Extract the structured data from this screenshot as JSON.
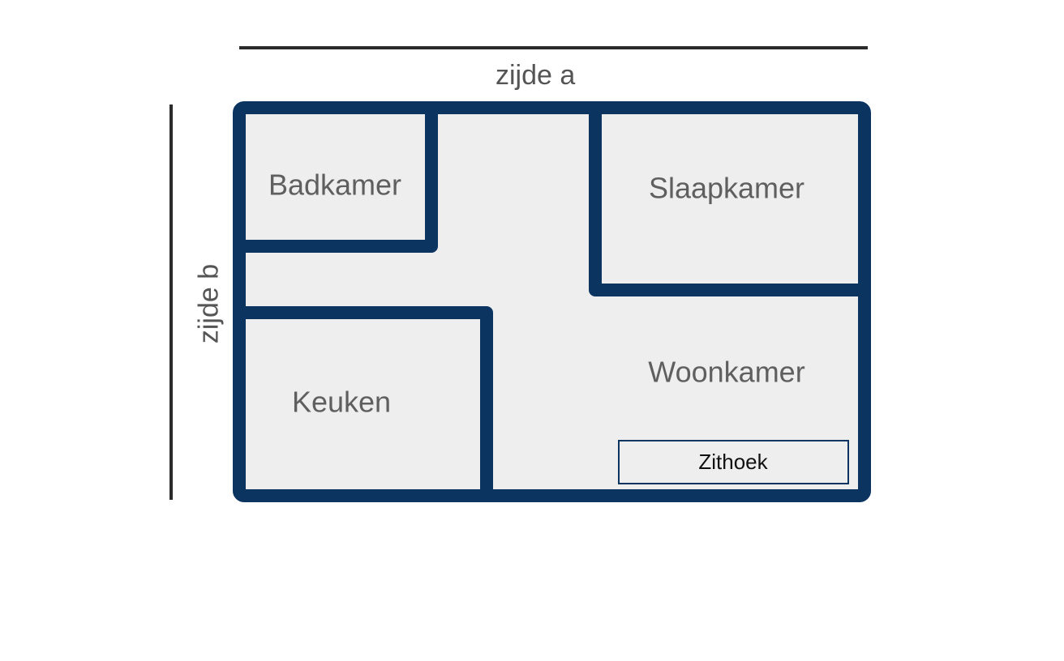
{
  "dimensions": {
    "side_a": "zijde a",
    "side_b": "zijde b"
  },
  "rooms": {
    "bathroom": "Badkamer",
    "bedroom": "Slaapkamer",
    "kitchen": "Keuken",
    "living_room": "Woonkamer"
  },
  "furniture": {
    "seating_area": "Zithoek"
  },
  "colors": {
    "wall": "#0c3461",
    "floor": "#eeeeee",
    "dimension_line": "#2b2b2b"
  }
}
